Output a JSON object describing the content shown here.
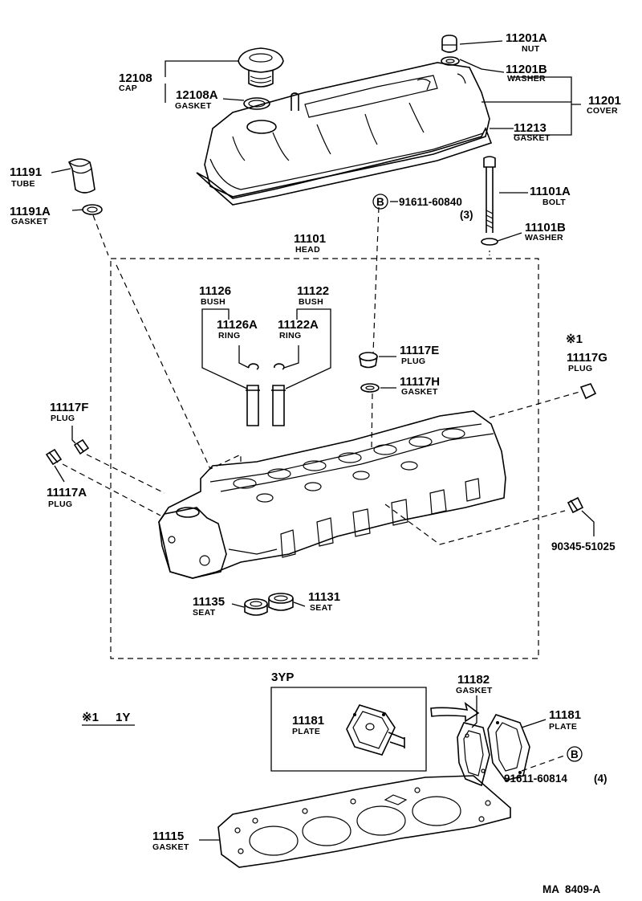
{
  "parts": {
    "nut": {
      "number": "11201A",
      "label": "NUT"
    },
    "washer_top": {
      "number": "11201B",
      "label": "WASHER"
    },
    "cover": {
      "number": "11201",
      "label": "COVER"
    },
    "cover_gasket": {
      "number": "11213",
      "label": "GASKET"
    },
    "cap": {
      "number": "12108",
      "label": "CAP"
    },
    "cap_gasket": {
      "number": "12108A",
      "label": "GASKET"
    },
    "tube": {
      "number": "11191",
      "label": "TUBE"
    },
    "tube_gasket": {
      "number": "11191A",
      "label": "GASKET"
    },
    "bolt": {
      "number": "11101A",
      "label": "BOLT"
    },
    "bolt_washer": {
      "number": "11101B",
      "label": "WASHER"
    },
    "std_bolt": {
      "symbol": "B",
      "number": "91611-60840",
      "qty": "(3)"
    },
    "head": {
      "number": "11101",
      "label": "HEAD"
    },
    "bush_a": {
      "number": "11126",
      "label": "BUSH"
    },
    "ring_a": {
      "number": "11126A",
      "label": "RING"
    },
    "bush_b": {
      "number": "11122",
      "label": "BUSH"
    },
    "ring_b": {
      "number": "11122A",
      "label": "RING"
    },
    "plug_e": {
      "number": "11117E",
      "label": "PLUG"
    },
    "gasket_h": {
      "number": "11117H",
      "label": "GASKET"
    },
    "plug_g": {
      "mark": "※1",
      "number": "11117G",
      "label": "PLUG"
    },
    "plug_f": {
      "number": "11117F",
      "label": "PLUG"
    },
    "plug_a": {
      "number": "11117A",
      "label": "PLUG"
    },
    "std_plug": {
      "number": "90345-51025"
    },
    "seat_a": {
      "number": "11135",
      "label": "SEAT"
    },
    "seat_b": {
      "number": "11131",
      "label": "SEAT"
    },
    "inset_title": "3YP",
    "plate_inset": {
      "number": "11181",
      "label": "PLATE"
    },
    "plate_gasket": {
      "number": "11182",
      "label": "GASKET"
    },
    "plate": {
      "number": "11181",
      "label": "PLATE"
    },
    "std_bolt2": {
      "symbol": "B",
      "number": "91611-60814",
      "qty": "(4)"
    },
    "footnote": {
      "mark": "※1",
      "text": "1Y"
    },
    "head_gasket": {
      "number": "11115",
      "label": "GASKET"
    },
    "drawing_code": "MA  8409-A"
  }
}
